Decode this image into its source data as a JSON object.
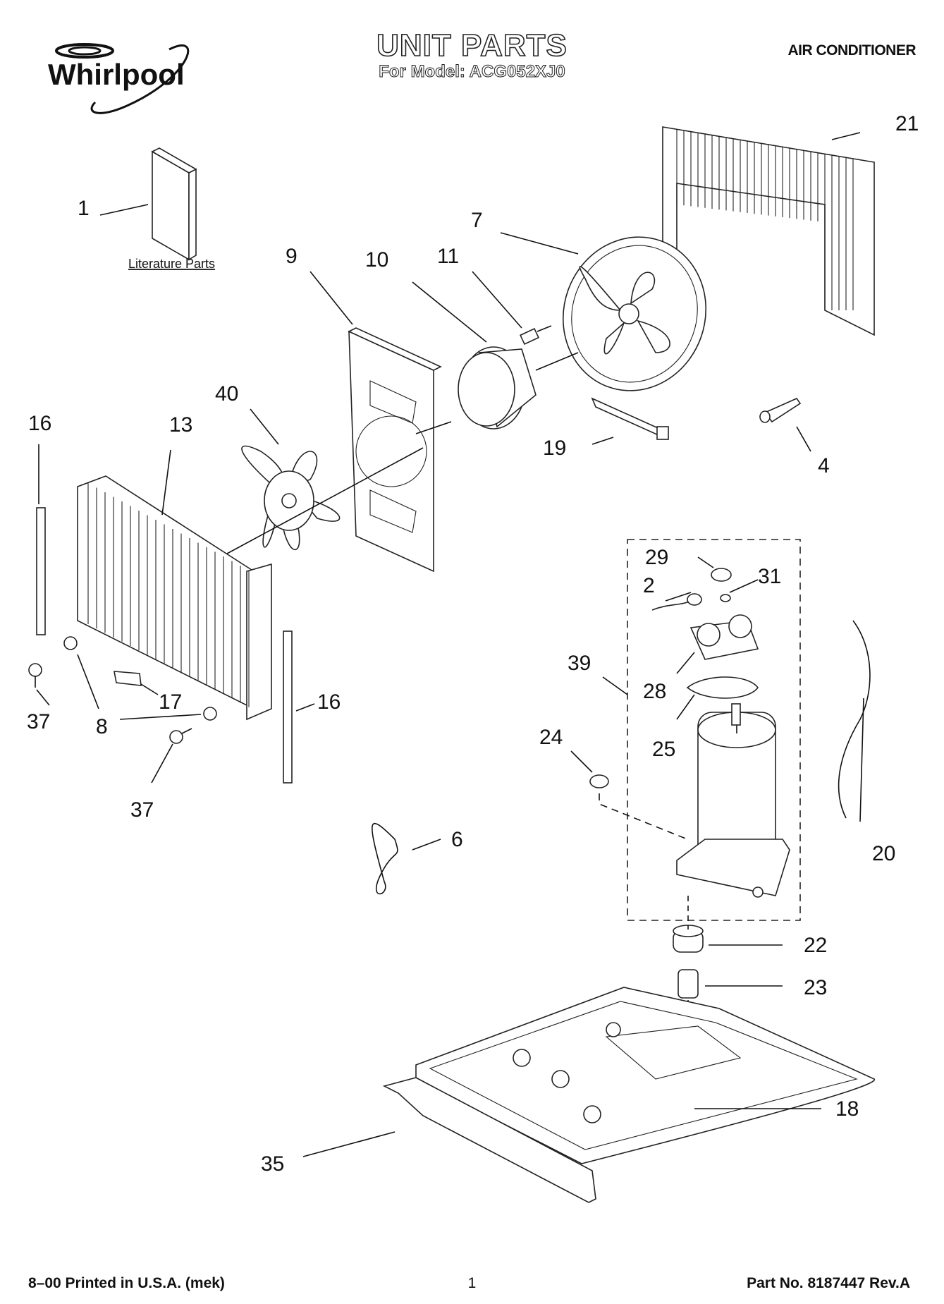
{
  "header": {
    "brand": "Whirlpool",
    "title": "UNIT PARTS",
    "subtitle": "For Model: ACG052XJ0",
    "category": "AIR CONDITIONER"
  },
  "literature_label": "Literature Parts",
  "callouts": {
    "c1": "1",
    "c2": "2",
    "c4": "4",
    "c6": "6",
    "c7": "7",
    "c8": "8",
    "c9": "9",
    "c10": "10",
    "c11": "11",
    "c13": "13",
    "c16a": "16",
    "c16b": "16",
    "c17": "17",
    "c18": "18",
    "c19": "19",
    "c20": "20",
    "c21": "21",
    "c22": "22",
    "c23": "23",
    "c24": "24",
    "c25": "25",
    "c28": "28",
    "c29": "29",
    "c31": "31",
    "c35": "35",
    "c37a": "37",
    "c37b": "37",
    "c39": "39",
    "c40": "40"
  },
  "footer": {
    "left": "8–00 Printed in U.S.A. (mek)",
    "page": "1",
    "right": "Part No. 8187447 Rev.A"
  }
}
